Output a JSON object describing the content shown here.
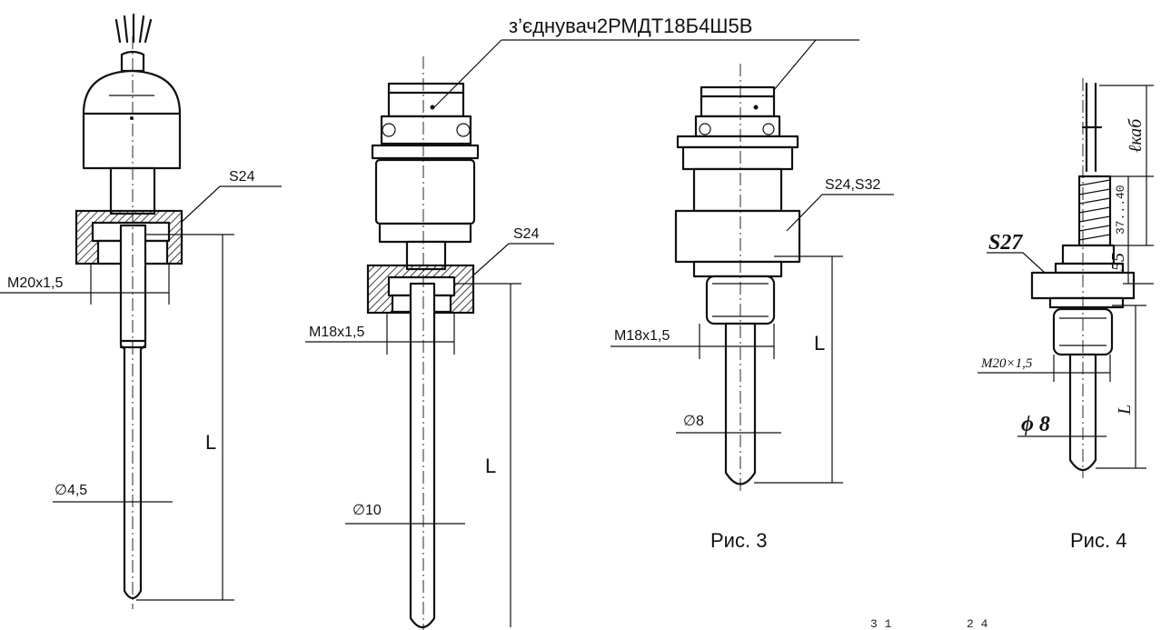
{
  "connector_label": "з’єднувач2РМДТ18Б4Ш5В",
  "fig1": {
    "wrench": "S24",
    "thread": "M20x1,5",
    "length": "L",
    "diameter": "∅4,5"
  },
  "fig2": {
    "wrench": "S24",
    "thread": "M18x1,5",
    "length": "L",
    "diameter": "∅10"
  },
  "fig3": {
    "wrench": "S24,S32",
    "thread": "M18x1,5",
    "length": "L",
    "diameter": "∅8",
    "caption": "Рис. 3"
  },
  "fig4": {
    "wrench": "S27",
    "thread": "M20×1,5",
    "length": "L",
    "diameter": "ϕ 8",
    "cable_length": "ℓкаб",
    "dim_37_40": "37...40",
    "dim_55": "55",
    "caption": "Рис. 4"
  },
  "page_numbers": {
    "left": "3 1",
    "right": "2 4"
  }
}
